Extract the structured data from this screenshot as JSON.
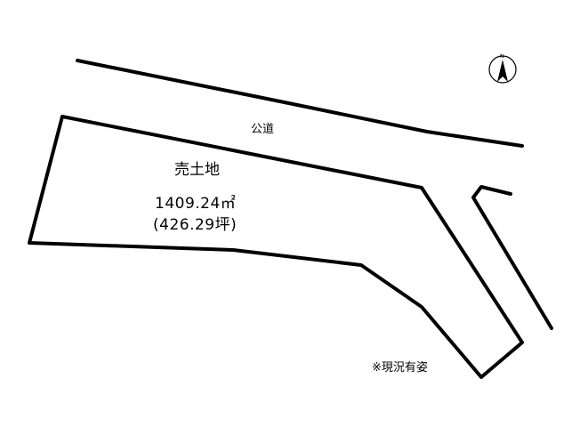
{
  "road": {
    "label": "公道"
  },
  "lot": {
    "title": "売土地",
    "area_sqm": "1409.24㎡",
    "area_tsubo": "(426.29坪)"
  },
  "note": "※現況有姿",
  "compass": {
    "north_letter": "N"
  },
  "colors": {
    "line": "#000000",
    "background": "#ffffff"
  }
}
